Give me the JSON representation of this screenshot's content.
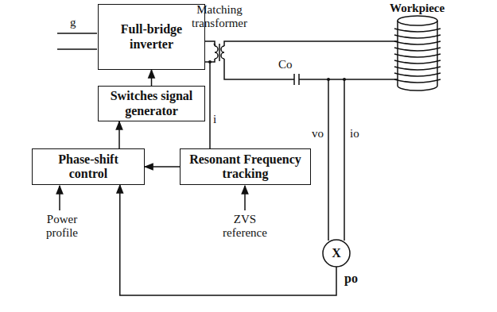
{
  "diagram": {
    "nodes": [
      {
        "text": [
          "Full-bridge inverter"
        ]
      },
      {
        "text": [
          "Switches signal generator"
        ]
      },
      {
        "text": [
          "Phase-shift control"
        ]
      },
      {
        "text": [
          "Resonant Frequency tracking"
        ]
      },
      {
        "text": [
          "X"
        ]
      }
    ],
    "edges": [
      {
        "from": 1,
        "to": 0,
        "arrow": "to"
      },
      {
        "from": 2,
        "to": 1,
        "arrow": "to"
      },
      {
        "from": 3,
        "to": 2,
        "arrow": "to"
      },
      {
        "from": 4,
        "to": 2,
        "arrow": "to",
        "label": "po"
      }
    ],
    "labels": [
      "g",
      "Matching transformer",
      "Workpiece",
      "Co",
      "i",
      "vo",
      "io",
      "Power profile",
      "ZVS reference"
    ]
  }
}
